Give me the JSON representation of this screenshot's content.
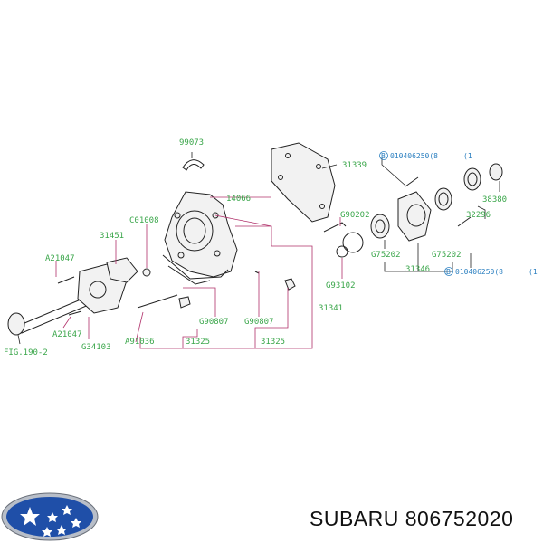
{
  "diagram": {
    "part_labels": [
      {
        "id": "99073",
        "text": "99073"
      },
      {
        "id": "31339",
        "text": "31339"
      },
      {
        "id": "14066",
        "text": "14066"
      },
      {
        "id": "c01008",
        "text": "C01008"
      },
      {
        "id": "31451",
        "text": "31451"
      },
      {
        "id": "a21047a",
        "text": "A21047"
      },
      {
        "id": "a21047b",
        "text": "A21047"
      },
      {
        "id": "g34103",
        "text": "G34103"
      },
      {
        "id": "fig190",
        "text": "FIG.190-2"
      },
      {
        "id": "a91036",
        "text": "A91036"
      },
      {
        "id": "g90807a",
        "text": "G90807"
      },
      {
        "id": "g90807b",
        "text": "G90807"
      },
      {
        "id": "31325a",
        "text": "31325"
      },
      {
        "id": "31325b",
        "text": "31325"
      },
      {
        "id": "31341",
        "text": "31341"
      },
      {
        "id": "g90202",
        "text": "G90202"
      },
      {
        "id": "g93102",
        "text": "G93102"
      },
      {
        "id": "g75202a",
        "text": "G75202"
      },
      {
        "id": "g75202b",
        "text": "G75202"
      },
      {
        "id": "31346",
        "text": "31346"
      },
      {
        "id": "32296",
        "text": "32296"
      },
      {
        "id": "38380",
        "text": "38380"
      }
    ],
    "bolt_labels": [
      {
        "id": "bolt-top",
        "text": "010406250(8",
        "suffix": "(1"
      },
      {
        "id": "bolt-bottom",
        "text": "010406250(8",
        "suffix": "(1"
      }
    ],
    "bolt_markers": [
      "B",
      "B"
    ]
  },
  "footer": {
    "brand_text": "SUBARU 806752020"
  },
  "colors": {
    "label": "#3aa64a",
    "leader": "#b0306a",
    "bolt_label": "#2a7fc0",
    "logo_blue": "#1f4fa8",
    "logo_silver": "#b8bec8"
  }
}
